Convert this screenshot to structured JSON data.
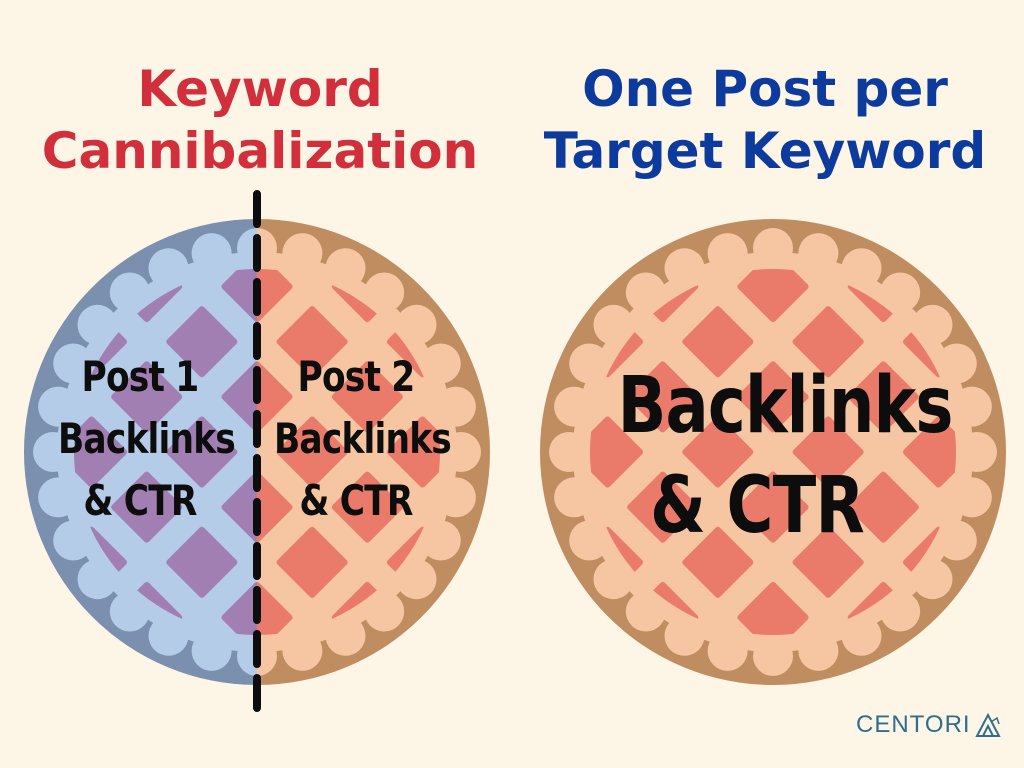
{
  "colors": {
    "background": "#fdf6e6",
    "left_heading": "#d12f3b",
    "right_heading": "#0d3b9d",
    "blue_pie_rim": "#7b8fae",
    "blue_pie_crust": "#b4cce8",
    "blue_pie_filling": "#a27fb3",
    "orange_pie_rim": "#c08d61",
    "orange_pie_crust": "#f6c6a2",
    "orange_pie_filling": "#ea7a69",
    "brand": "#2f6e8c"
  },
  "left_heading": {
    "line1": "Keyword",
    "line2": "Cannibalization"
  },
  "right_heading": {
    "line1": "One Post per",
    "line2": "Target Keyword"
  },
  "split_pie": {
    "post1": {
      "line1": "Post 1",
      "line2": "Backlinks",
      "line3": "& CTR"
    },
    "post2": {
      "line1": "Post 2",
      "line2": "Backlinks",
      "line3": "& CTR"
    }
  },
  "whole_pie": {
    "line1": "Backlinks",
    "line2": "& CTR"
  },
  "brand": {
    "name": "CENTORI",
    "icon": "triangle-logo-icon"
  }
}
